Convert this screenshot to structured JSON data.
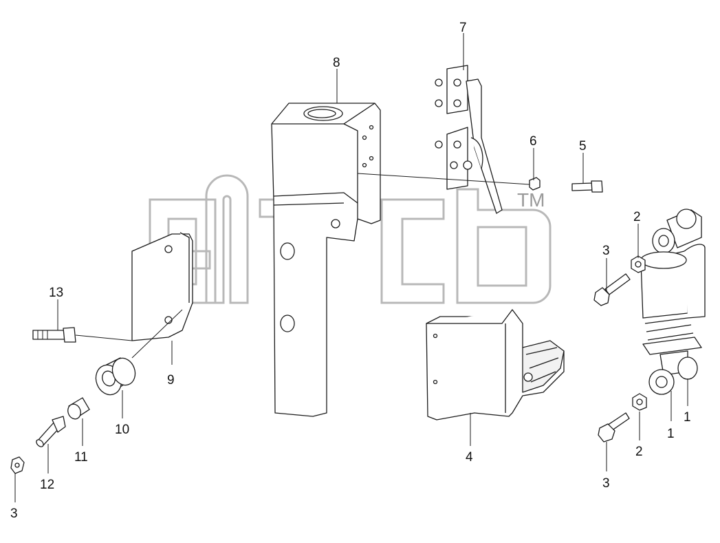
{
  "callouts": {
    "c1a": "1",
    "c1b": "1",
    "c2a": "2",
    "c2b": "2",
    "c3a": "3",
    "c3b": "3",
    "c3c": "3",
    "c4": "4",
    "c5": "5",
    "c6": "6",
    "c7": "7",
    "c8": "8",
    "c9": "9",
    "c10": "10",
    "c11": "11",
    "c12": "12",
    "c13": "13"
  },
  "watermark": {
    "trademark": "TM"
  },
  "colors": {
    "line": "#1a1a1a",
    "watermark": "#b8b8b8",
    "background": "#ffffff"
  }
}
